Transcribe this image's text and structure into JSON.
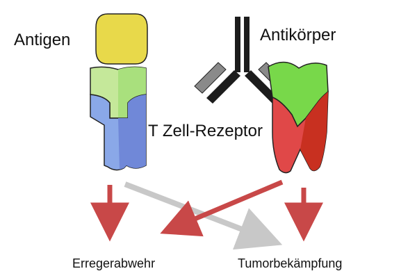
{
  "labels": {
    "antigen": "Antigen",
    "antibody": "Antikörper",
    "t_cell_receptor": "T Zell-Rezeptor",
    "pathogen_defense": "Erregerabwehr",
    "tumor_defense": "Tumorbekämpfung"
  },
  "colors": {
    "antigen_yellow": "#e8d94a",
    "light_green": "#c5e89a",
    "green_shade": "#a9e07d",
    "blue": "#8aa8e8",
    "blue_shade": "#7088d8",
    "receptor_green": "#78d84a",
    "receptor_red": "#e04848",
    "receptor_red_dark": "#c83020",
    "antibody_dark": "#1c1c1c",
    "antibody_gray": "#8a8a8a",
    "arrow_red": "#c84848",
    "arrow_gray": "#c8c8c8"
  }
}
